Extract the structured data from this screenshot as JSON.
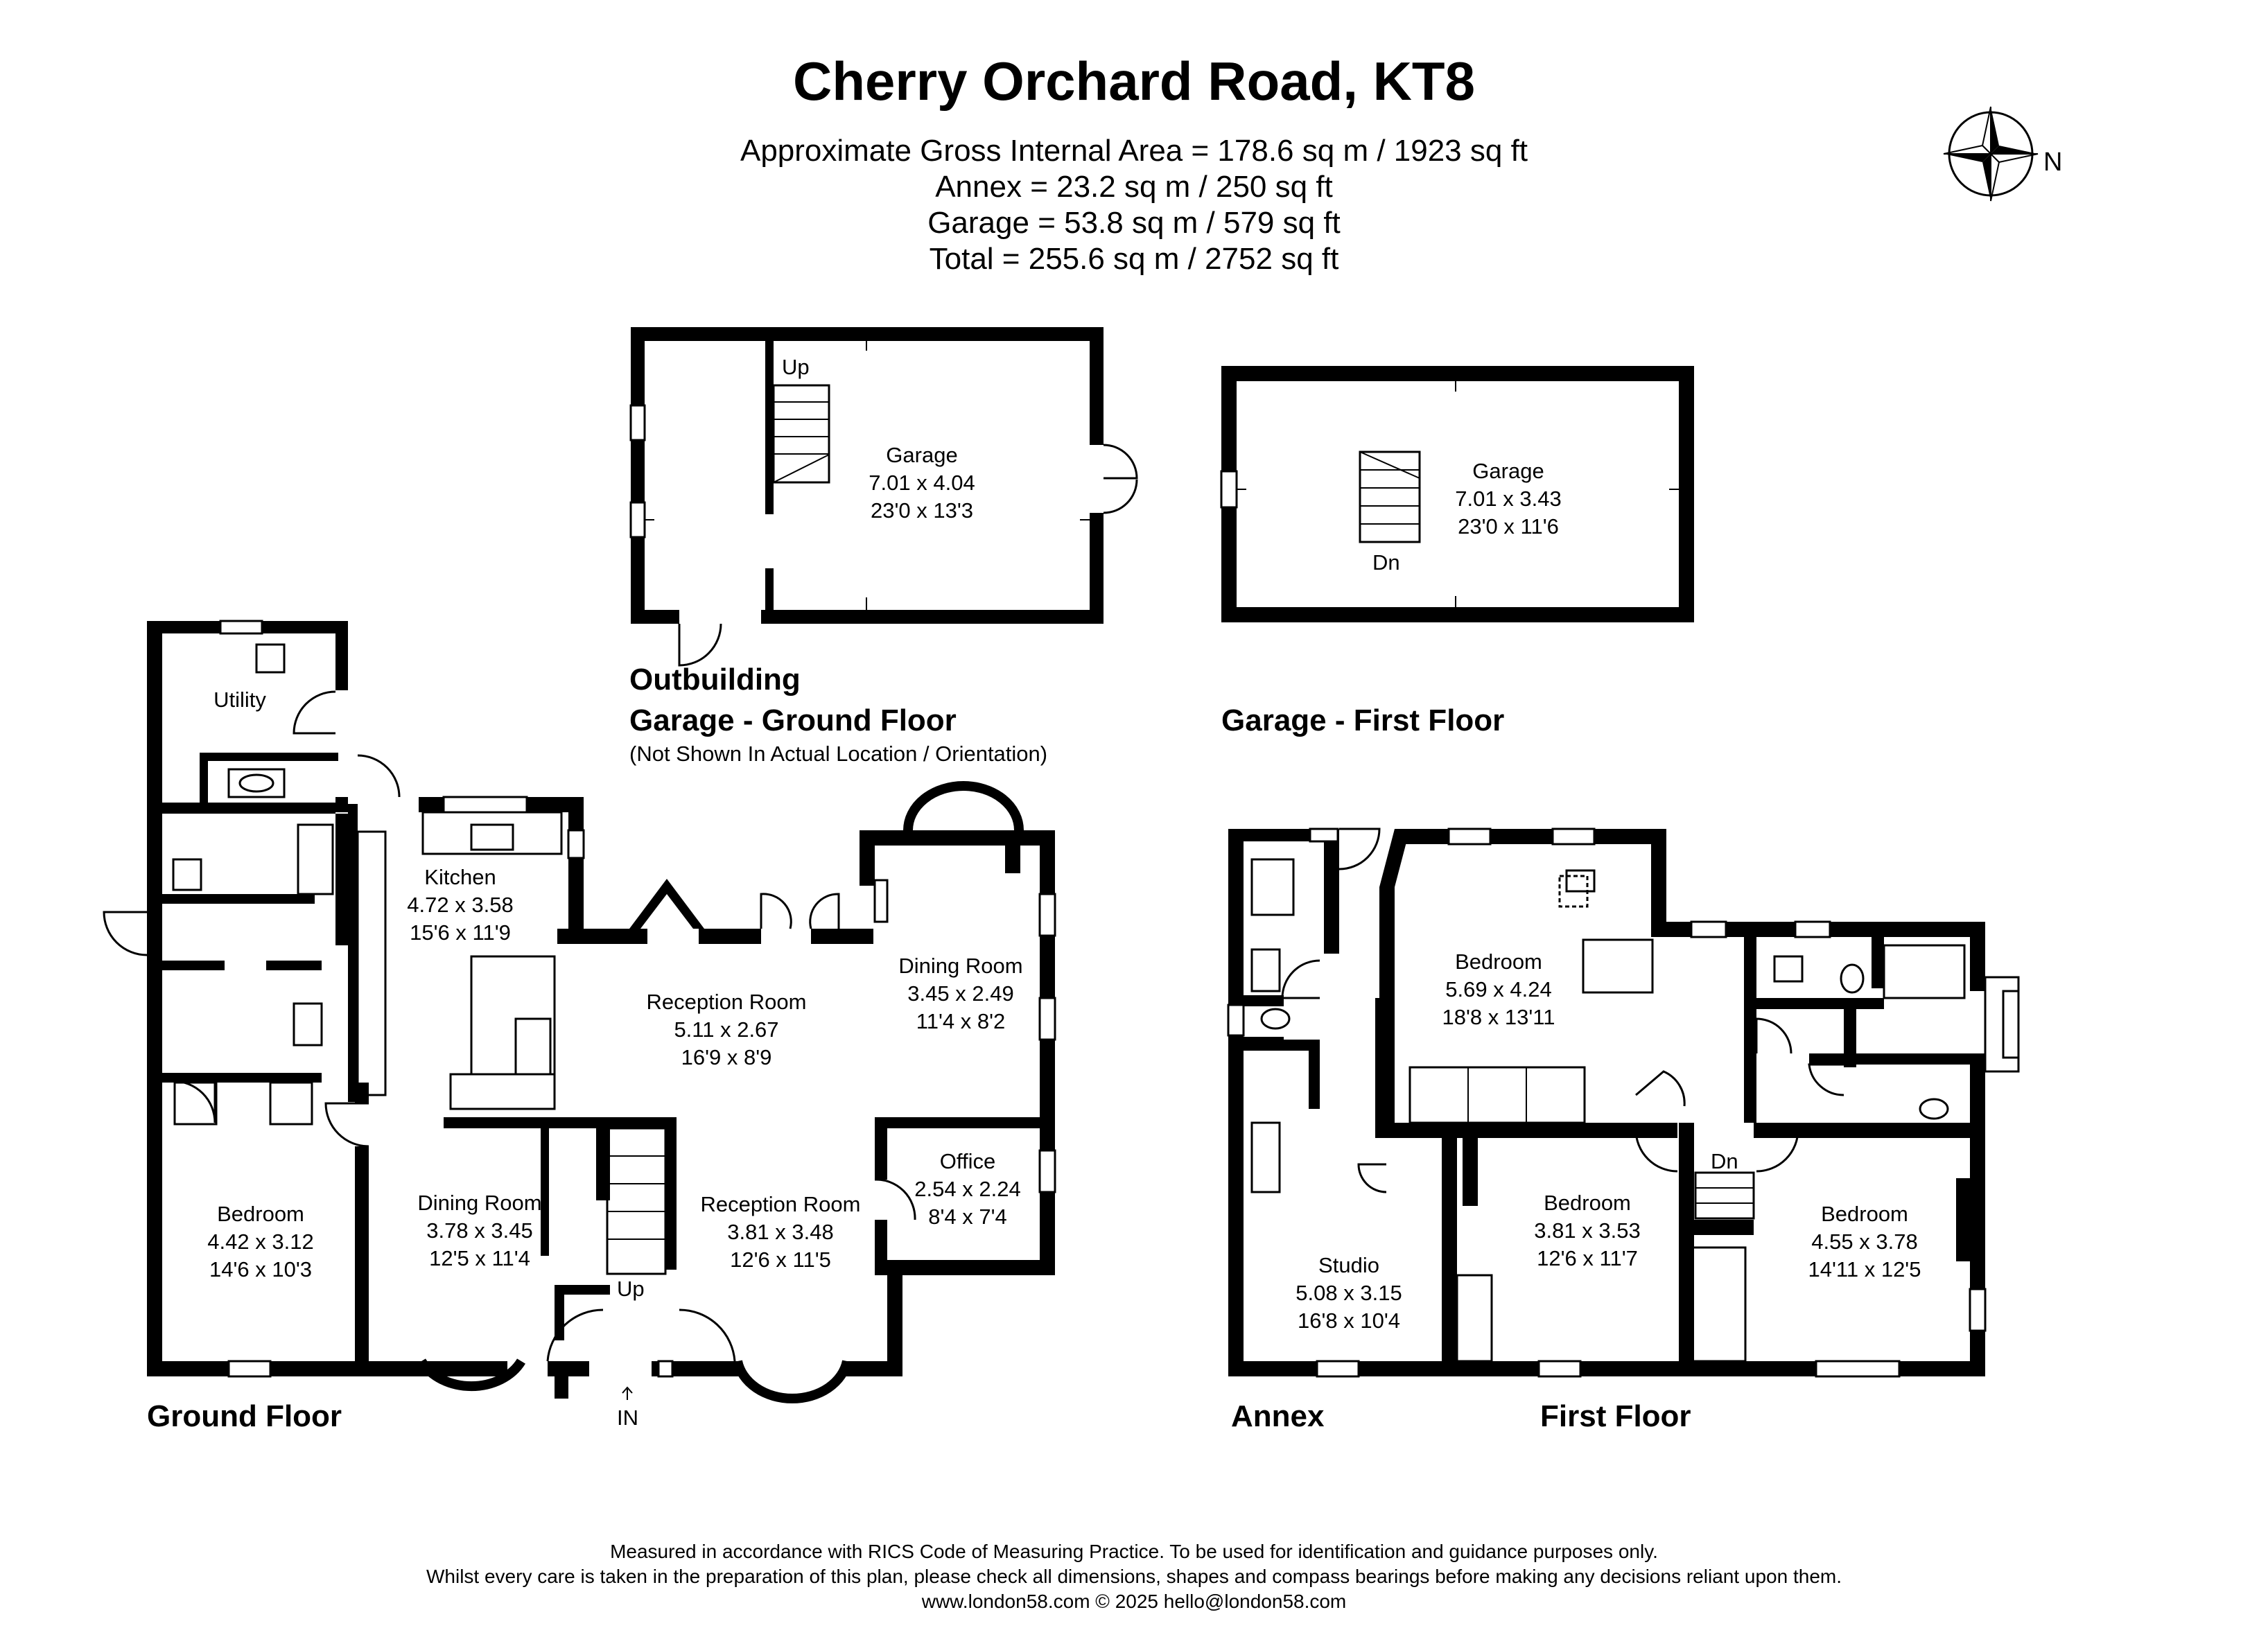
{
  "header": {
    "title": "Cherry Orchard Road, KT8",
    "areas": [
      "Approximate Gross Internal Area = 178.6 sq m / 1923 sq ft",
      "Annex  = 23.2 sq m / 250 sq ft",
      "Garage  = 53.8 sq m / 579 sq ft",
      "Total = 255.6 sq m / 2752 sq ft"
    ],
    "compass_label": "N"
  },
  "garage_ground": {
    "section_label": "Outbuilding",
    "label": "Garage - Ground Floor",
    "note": "(Not Shown In Actual Location / Orientation)",
    "stair_label": "Up",
    "room": {
      "name": "Garage",
      "metric": "7.01 x 4.04",
      "imperial": "23'0 x 13'3"
    }
  },
  "garage_first": {
    "label": "Garage - First Floor",
    "stair_label": "Dn",
    "room": {
      "name": "Garage",
      "metric": "7.01 x 3.43",
      "imperial": "23'0 x 11'6"
    }
  },
  "ground_floor": {
    "label": "Ground Floor",
    "stair_label": "Up",
    "entrance_label": "IN",
    "rooms": [
      {
        "id": "utility",
        "name": "Utility",
        "metric": "",
        "imperial": ""
      },
      {
        "id": "kitchen",
        "name": "Kitchen",
        "metric": "4.72 x 3.58",
        "imperial": "15'6 x 11'9"
      },
      {
        "id": "reception1",
        "name": "Reception Room",
        "metric": "5.11 x 2.67",
        "imperial": "16'9 x 8'9"
      },
      {
        "id": "dining2",
        "name": "Dining Room",
        "metric": "3.45 x 2.49",
        "imperial": "11'4 x 8'2"
      },
      {
        "id": "office",
        "name": "Office",
        "metric": "2.54 x 2.24",
        "imperial": "8'4 x 7'4"
      },
      {
        "id": "reception2",
        "name": "Reception Room",
        "metric": "3.81 x 3.48",
        "imperial": "12'6 x 11'5"
      },
      {
        "id": "dining1",
        "name": "Dining Room",
        "metric": "3.78 x 3.45",
        "imperial": "12'5 x 11'4"
      },
      {
        "id": "bedroom",
        "name": "Bedroom",
        "metric": "4.42 x 3.12",
        "imperial": "14'6 x 10'3"
      }
    ]
  },
  "annex": {
    "label": "Annex",
    "rooms": [
      {
        "id": "studio",
        "name": "Studio",
        "metric": "5.08 x 3.15",
        "imperial": "16'8 x 10'4"
      }
    ]
  },
  "first_floor": {
    "label": "First Floor",
    "stair_label": "Dn",
    "rooms": [
      {
        "id": "bed_main",
        "name": "Bedroom",
        "metric": "5.69 x 4.24",
        "imperial": "18'8 x 13'11"
      },
      {
        "id": "bed2",
        "name": "Bedroom",
        "metric": "3.81 x 3.53",
        "imperial": "12'6 x 11'7"
      },
      {
        "id": "bed3",
        "name": "Bedroom",
        "metric": "4.55 x 3.78",
        "imperial": "14'11 x 12'5"
      }
    ]
  },
  "footer": {
    "lines": [
      "Measured in accordance with RICS Code of Measuring Practice. To be used for identification and guidance purposes only.",
      "Whilst every care is taken in the preparation of this plan, please check all dimensions, shapes and compass bearings before making any decisions reliant upon them.",
      "www.london58.com © 2025 hello@london58.com"
    ]
  }
}
